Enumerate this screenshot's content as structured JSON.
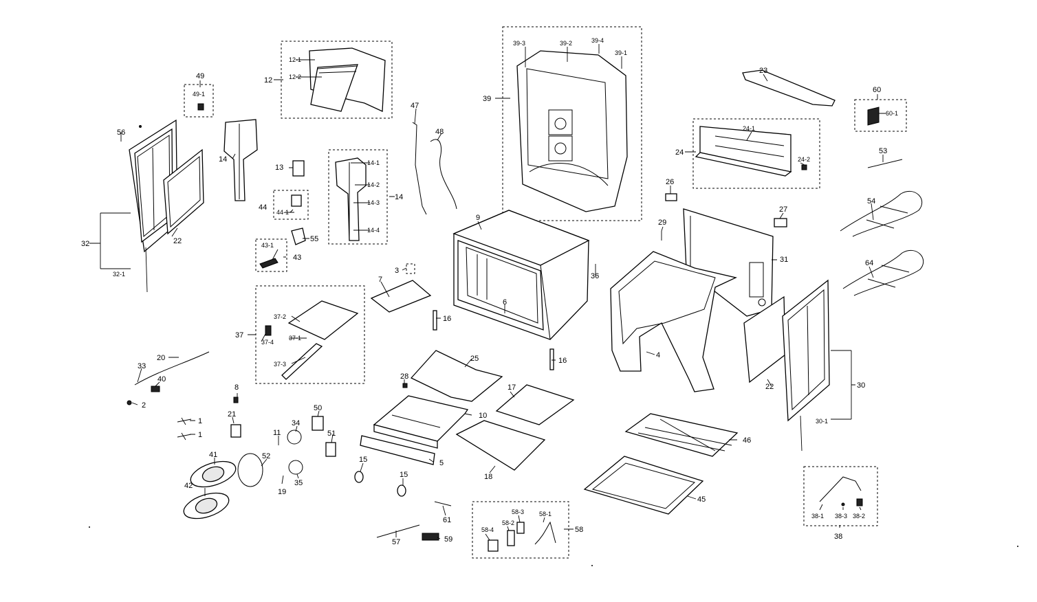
{
  "diagram": {
    "labels": {
      "l49": "49",
      "l49_1": "49-1",
      "l56": "56",
      "l32": "32",
      "l32_1": "32-1",
      "l22a": "22",
      "l12": "12",
      "l12_1": "12-1",
      "l12_2": "12-2",
      "l14a": "14",
      "l13": "13",
      "l14_1": "14-1",
      "l14_2": "14-2",
      "l14_3": "14-3",
      "l14_4": "14-4",
      "l14b": "14",
      "l44": "44",
      "l44_1": "44-1",
      "l55": "55",
      "l43_1": "43-1",
      "l43": "43",
      "l47": "47",
      "l48": "48",
      "l39": "39",
      "l39_3": "39-3",
      "l39_2": "39-2",
      "l39_4": "39-4",
      "l39_1": "39-1",
      "l23": "23",
      "l60": "60",
      "l60_1": "60-1",
      "l24": "24",
      "l24_1": "24-1",
      "l24_2": "24-2",
      "l53": "53",
      "l26": "26",
      "l27": "27",
      "l29": "29",
      "l54": "54",
      "l64": "64",
      "l9": "9",
      "l3": "3",
      "l7": "7",
      "l6": "6",
      "l16a": "16",
      "l16b": "16",
      "l36": "36",
      "l31": "31",
      "l4": "4",
      "l22b": "22",
      "l30": "30",
      "l30_1": "30-1",
      "l37": "37",
      "l37_2": "37-2",
      "l37_1": "37-1",
      "l37_4": "37-4",
      "l37_3": "37-3",
      "l20": "20",
      "l33": "33",
      "l40": "40",
      "l2": "2",
      "l8": "8",
      "l21": "21",
      "l1a": "1",
      "l1b": "1",
      "l11": "11",
      "l34": "34",
      "l50": "50",
      "l51": "51",
      "l41": "41",
      "l42": "42",
      "l52": "52",
      "l19": "19",
      "l35": "35",
      "l25": "25",
      "l28": "28",
      "l17": "17",
      "l10": "10",
      "l5": "5",
      "l15a": "15",
      "l15b": "15",
      "l18": "18",
      "l46": "46",
      "l45": "45",
      "l61": "61",
      "l57": "57",
      "l59": "59",
      "l58": "58",
      "l58_4": "58-4",
      "l58_2": "58-2",
      "l58_3": "58-3",
      "l58_1": "58-1",
      "l38": "38",
      "l38_1": "38-1",
      "l38_3": "38-3",
      "l38_2": "38-2"
    }
  }
}
